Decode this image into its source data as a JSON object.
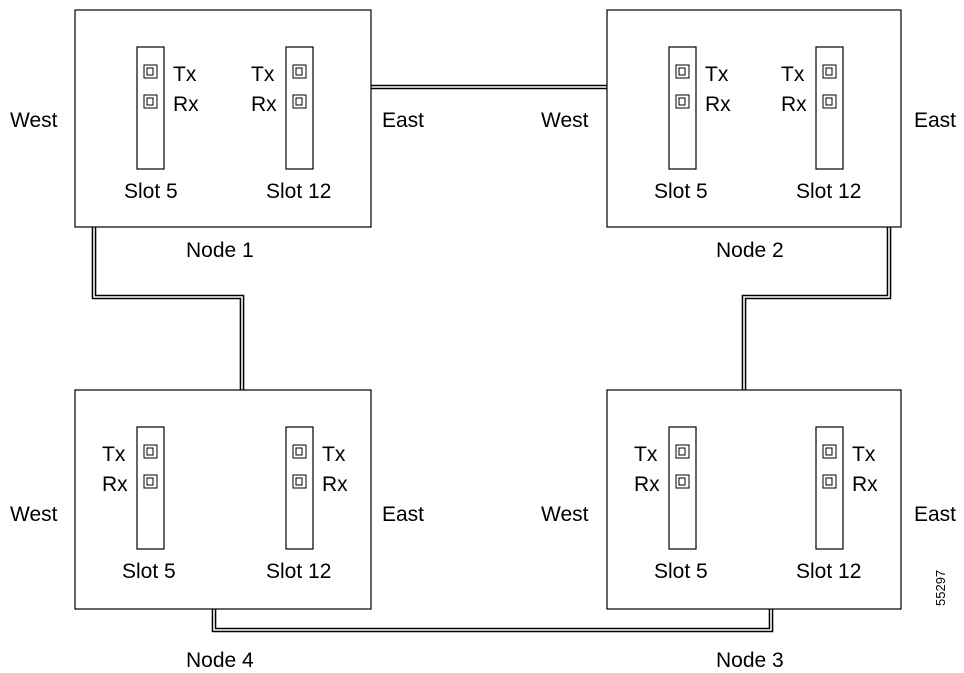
{
  "nodes": [
    {
      "label": "Node 1",
      "west_label": "West",
      "east_label": "East",
      "slot_west": {
        "label": "Slot 5",
        "tx": "Tx",
        "rx": "Rx"
      },
      "slot_east": {
        "label": "Slot 12",
        "tx": "Tx",
        "rx": "Rx"
      }
    },
    {
      "label": "Node 2",
      "west_label": "West",
      "east_label": "East",
      "slot_west": {
        "label": "Slot 5",
        "tx": "Tx",
        "rx": "Rx"
      },
      "slot_east": {
        "label": "Slot 12",
        "tx": "Tx",
        "rx": "Rx"
      }
    },
    {
      "label": "Node 3",
      "west_label": "West",
      "east_label": "East",
      "slot_west": {
        "label": "Slot 5",
        "tx": "Tx",
        "rx": "Rx"
      },
      "slot_east": {
        "label": "Slot 12",
        "tx": "Tx",
        "rx": "Rx"
      }
    },
    {
      "label": "Node 4",
      "west_label": "West",
      "east_label": "East",
      "slot_west": {
        "label": "Slot 5",
        "tx": "Tx",
        "rx": "Rx"
      },
      "slot_east": {
        "label": "Slot 12",
        "tx": "Tx",
        "rx": "Rx"
      }
    }
  ],
  "figure_id": "55297"
}
